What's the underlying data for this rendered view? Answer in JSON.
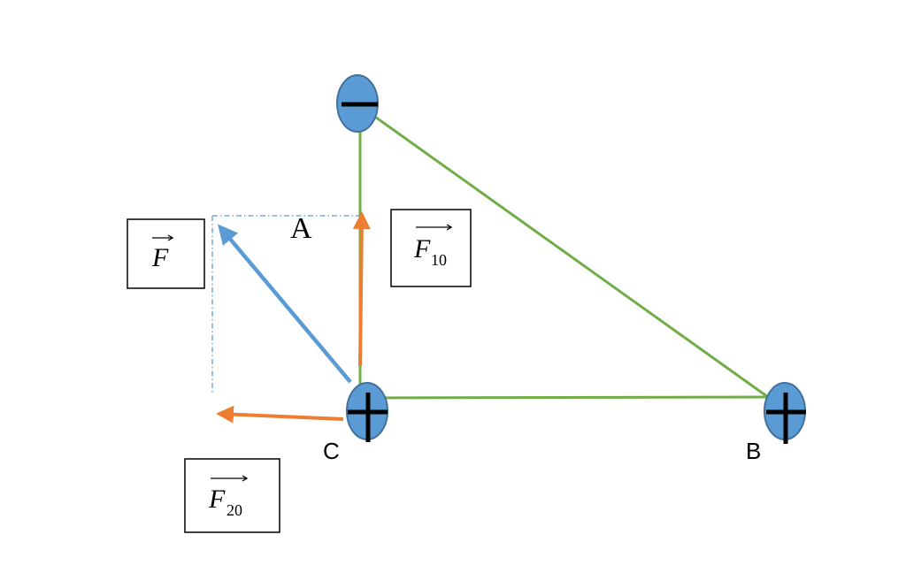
{
  "colors": {
    "triangle": "#70ad47",
    "charge_fill": "#5b9bd5",
    "charge_stroke": "#41719c",
    "component_force": "#ed7d31",
    "resultant_force": "#5b9bd5",
    "construction_line": "#5b9bd5",
    "sign": "#000000",
    "box_border": "#000000"
  },
  "charges": {
    "top": {
      "sign": "−",
      "icon": "minus-sign"
    },
    "c": {
      "sign": "+",
      "icon": "plus-sign"
    },
    "b": {
      "sign": "+",
      "icon": "plus-sign"
    }
  },
  "points": {
    "a": "A",
    "b": "B",
    "c": "C"
  },
  "labels": {
    "f": {
      "symbol": "F",
      "subscript": ""
    },
    "f10": {
      "symbol": "F",
      "subscript": "10"
    },
    "f20": {
      "symbol": "F",
      "subscript": "20"
    }
  }
}
